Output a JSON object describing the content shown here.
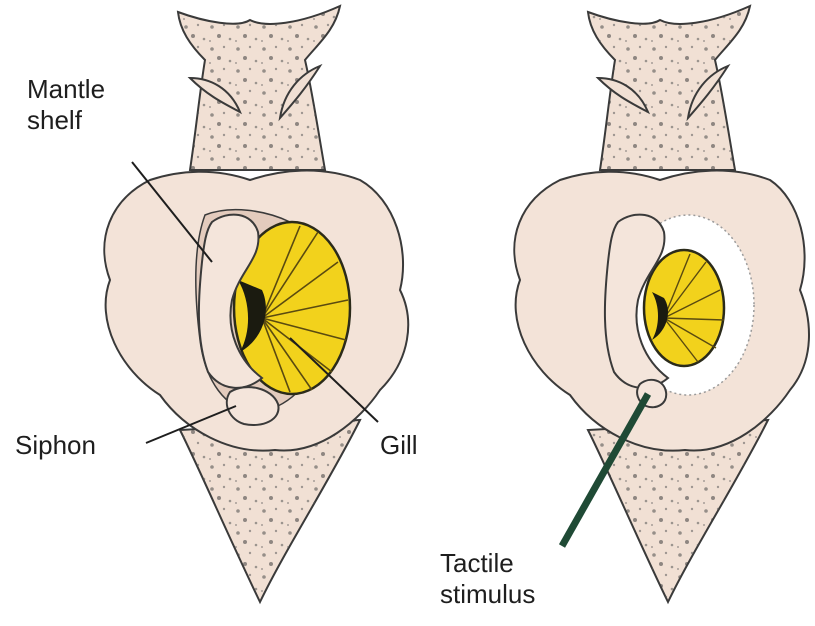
{
  "labels": {
    "mantle_shelf": [
      "Mantle",
      "shelf"
    ],
    "siphon": "Siphon",
    "gill": "Gill",
    "tactile_stimulus": [
      "Tactile",
      "stimulus"
    ]
  },
  "colors": {
    "body_skin": "#f3e3d8",
    "body_shadow": "#e6cfc2",
    "gill": "#f2d21c",
    "gill_dark": "#1b1b10",
    "outline": "#3a3a3a",
    "stimulus_probe": "#1f4a35",
    "retracted_halo": "#ffffff"
  },
  "icons": {
    "left_figure": "aplysia-gill-extended",
    "right_figure": "aplysia-gill-withdrawn"
  }
}
